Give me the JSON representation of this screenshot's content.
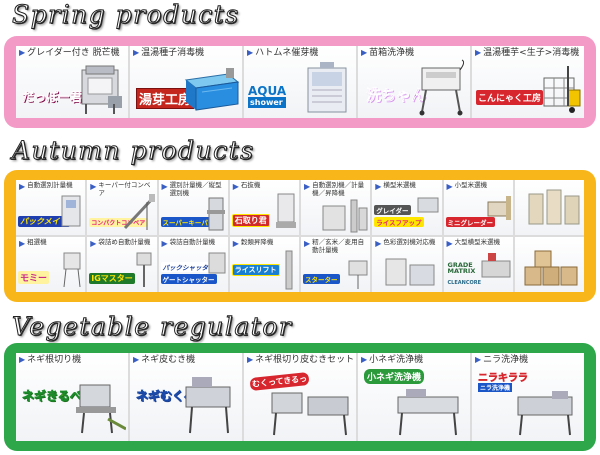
{
  "sections": {
    "spring": {
      "title": "Spring products",
      "items": [
        {
          "label": "グレイダー付き 脱芒機",
          "logo": "だっぽー君",
          "icon": "grader-awner-machine-icon"
        },
        {
          "label": "温湯種子消毒機",
          "logo": "湯芽工房",
          "icon": "hot-water-tank-icon"
        },
        {
          "label": "ハトムネ催芽機",
          "logo": "AQUA",
          "logo_sub": "shower",
          "icon": "germinator-icon"
        },
        {
          "label": "苗箱洗浄機",
          "logo": "洗ちゃん",
          "icon": "tray-washer-icon"
        },
        {
          "label": "温湯種芋<生子>消毒機",
          "logo": "こんにゃく工房",
          "icon": "forklift-icon"
        }
      ]
    },
    "autumn": {
      "title": "Autumn products",
      "items": [
        {
          "label": "自動選別計量機",
          "logo": "パックメイト",
          "icon": "sorter-icon"
        },
        {
          "label": "キーパー付コンベア",
          "logo": "コンパクトコンベア",
          "icon": "conveyor-icon"
        },
        {
          "label": "選別計量機／縦型選別機",
          "logo": "スーパーキーパー",
          "icon": "vertical-sorter-icon"
        },
        {
          "label": "石抜機",
          "logo": "石取り君",
          "icon": "destoner-icon"
        },
        {
          "label": "自動選別機／計量機／昇降機",
          "logo": "",
          "icon": "elevator-icon"
        },
        {
          "label": "横型米選機",
          "logo": "グレイダー",
          "logo_sub": "ライスフアップ",
          "icon": "horizontal-rice-sorter-icon"
        },
        {
          "label": "小型米選機",
          "logo": "ミニグレーダー",
          "icon": "small-rice-sorter-icon"
        },
        {
          "label": "",
          "logo": "",
          "icon": "silo-icon"
        },
        {
          "label": "粗選機",
          "logo": "モミー",
          "icon": "rough-sorter-icon"
        },
        {
          "label": "袋詰め自動計量機",
          "logo": "IGマスター",
          "icon": "bagging-scale-icon"
        },
        {
          "label": "袋詰自動計量機",
          "logo": "パックシャッター",
          "logo_sub": "ゲートシャッター",
          "icon": "bag-scale-icon"
        },
        {
          "label": "穀類昇降機",
          "logo": "ライスリフト",
          "icon": "grain-lift-icon"
        },
        {
          "label": "籾／玄米／麦用自動計量機",
          "logo": "スターター",
          "icon": "auto-scale-icon"
        },
        {
          "label": "色彩選別機対応機",
          "logo": "",
          "icon": "color-sorter-icon"
        },
        {
          "label": "大型横型米選機",
          "logo": "GRADE MATRIX",
          "logo_sub": "CLEANCORE",
          "icon": "large-sorter-icon"
        },
        {
          "label": "",
          "logo": "",
          "icon": "bag-stack-icon"
        }
      ]
    },
    "vegetable": {
      "title": "Vegetable regulator",
      "items": [
        {
          "label": "ネギ根切り機",
          "logo": "ネギきるべぇ",
          "icon": "root-cutter-icon"
        },
        {
          "label": "ネギ皮むき機",
          "logo": "ネギむくべぇ",
          "icon": "peeler-icon"
        },
        {
          "label": "ネギ根切り皮むきセット",
          "logo": "むくってきるっ",
          "icon": "cutter-peeler-set-icon"
        },
        {
          "label": "小ネギ洗浄機",
          "logo": "小ネギ洗浄機",
          "icon": "small-onion-washer-icon"
        },
        {
          "label": "ニラ洗浄機",
          "logo": "ニラキララ",
          "logo_sub": "ニラ洗浄機",
          "icon": "chive-washer-icon"
        }
      ]
    }
  },
  "colors": {
    "spring_panel": "#f39ac6",
    "autumn_panel": "#f8b61a",
    "vegetable_panel": "#2ea64a",
    "label_arrow": "#3a5fc4"
  }
}
